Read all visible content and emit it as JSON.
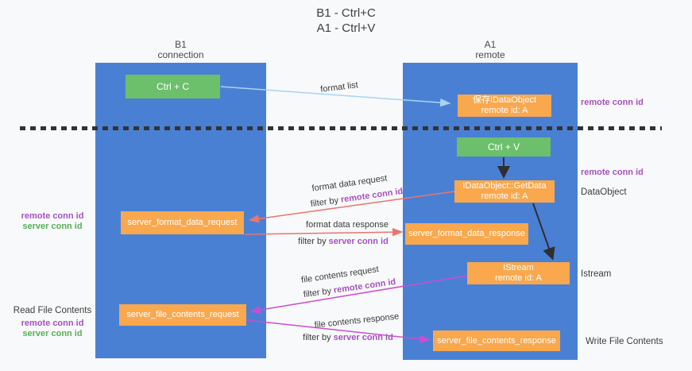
{
  "title": {
    "line1": "B1 - Ctrl+C",
    "line2": "A1 - Ctrl+V"
  },
  "columns": {
    "left": {
      "name": "B1",
      "role": "connection"
    },
    "right": {
      "name": "A1",
      "role": "remote"
    }
  },
  "nodes": {
    "ctrl_c": "Ctrl + C",
    "ctrl_v": "Ctrl + V",
    "save_dataobject": {
      "line1": "保存IDataObject",
      "line2": "remote id: A"
    },
    "getdata": {
      "line1": "IDataObject::GetData",
      "line2": "remote id: A"
    },
    "istream": {
      "line1": "IStream",
      "line2": "remote id: A"
    },
    "format_request": "server_format_data_request",
    "format_response": "server_format_data_response",
    "file_request": "server_file_contents_request",
    "file_response": "server_file_contents_response"
  },
  "flow_labels": {
    "format_list": "format list",
    "format_data_request": "format data request",
    "format_data_response": "format data response",
    "file_contents_request": "file contents request",
    "file_contents_response": "file contents response",
    "filter_by": "filter by",
    "remote_conn_id": "remote conn id",
    "server_conn_id": "server conn id"
  },
  "side_labels": {
    "remote_conn_id": "remote conn id",
    "server_conn_id": "server conn id",
    "dataobject": "DataObject",
    "istream": "Istream",
    "read_file_contents": "Read File Contents",
    "write_file_contents": "Write File Contents"
  },
  "colors": {
    "column_blue": "#4a80d4",
    "box_green": "#6cbf6b",
    "box_orange": "#f9a84d",
    "arrow_light_blue": "#a9d3f2",
    "arrow_salmon": "#e97570",
    "arrow_magenta": "#ca4ed0",
    "arrow_black": "#2f2f2f",
    "text_purple": "#a551c0",
    "text_green": "#56b056"
  }
}
